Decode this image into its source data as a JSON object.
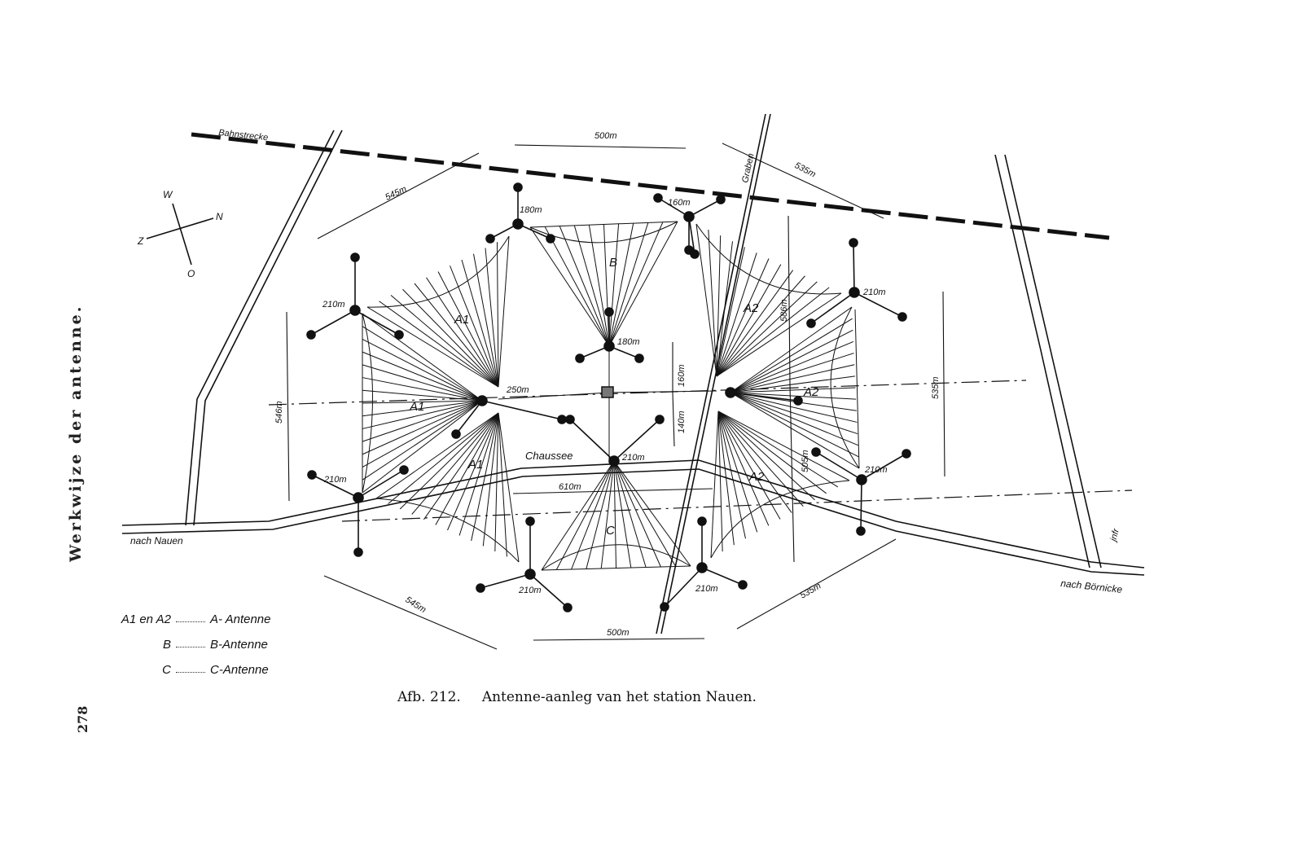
{
  "labels": {
    "railway": "Bahnstrecke",
    "ditch": "Graben",
    "road": "Chaussee",
    "to_nauen": "nach Nauen",
    "to_bornicke": "nach Börnicke",
    "side_road": "jnfr",
    "compass": {
      "w": "W",
      "n": "N",
      "z": "Z",
      "o": "O"
    },
    "antennas": {
      "a1": "A1",
      "a2": "A2",
      "b": "B",
      "c": "C"
    },
    "heights": {
      "b_left": "180m",
      "b_right": "160m",
      "b_center": "180m",
      "a1_top": "210m",
      "a1_bottom": "210m",
      "a1_center": "250m",
      "a2_top": "210m",
      "a2_bottom": "210m",
      "c_top": "210m",
      "c_left": "210m",
      "c_right": "210m"
    },
    "distances": {
      "top": "500m",
      "bottom": "500m",
      "top_right": "535m",
      "top_left": "545m",
      "bottom_left": "545m",
      "bottom_right": "535m",
      "left_vertical": "546m",
      "right_vertical": "535m",
      "right_upper": "586m",
      "right_lower": "505m",
      "center_upper": "160m",
      "center_lower": "140m",
      "chaussee": "610m"
    }
  },
  "legend": [
    {
      "key": "A1 en A2",
      "value": "A- Antenne"
    },
    {
      "key": "B",
      "value": "B-Antenne"
    },
    {
      "key": "C",
      "value": "C-Antenne"
    }
  ],
  "caption": {
    "figure": "Afb. 212.",
    "title": "Antenne-aanleg van het station Nauen."
  },
  "side_title": "Werkwijze der antenne.",
  "page_number": "278"
}
